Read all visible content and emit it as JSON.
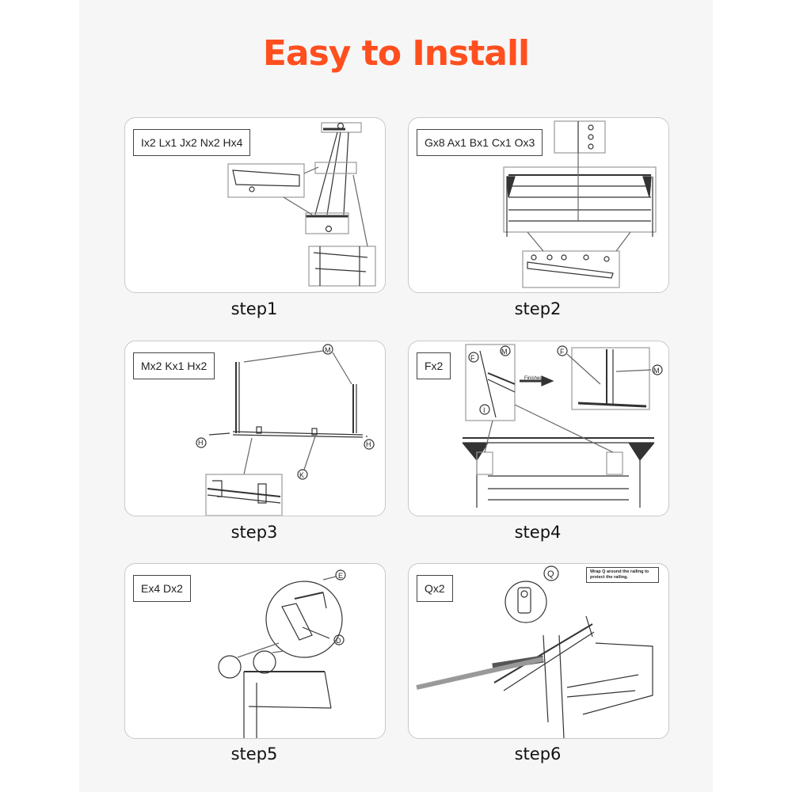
{
  "title": "Easy to Install",
  "colors": {
    "title": "#ff4f1f",
    "canvas_bg": "#f6f6f6",
    "card_border": "#c9c9c9",
    "line": "#333333"
  },
  "steps": [
    {
      "label": "step1",
      "parts": "Ix2  Lx1  Jx2  Nx2  Hx4"
    },
    {
      "label": "step2",
      "parts": "Gx8  Ax1  Bx1  Cx1  Ox3"
    },
    {
      "label": "step3",
      "parts": "Mx2 Kx1 Hx2"
    },
    {
      "label": "step4",
      "parts": "Fx2",
      "arrow_label": "Finished"
    },
    {
      "label": "step5",
      "parts": "Ex4  Dx2"
    },
    {
      "label": "step6",
      "parts": "Qx2",
      "note": "Wrap Q around the railing to protect the railing."
    }
  ],
  "callouts": {
    "step3": [
      "M",
      "H",
      "H",
      "K"
    ],
    "step4": [
      "F",
      "M",
      "I",
      "F",
      "M"
    ],
    "step5": [
      "E",
      "D"
    ],
    "step6": [
      "Q"
    ]
  }
}
